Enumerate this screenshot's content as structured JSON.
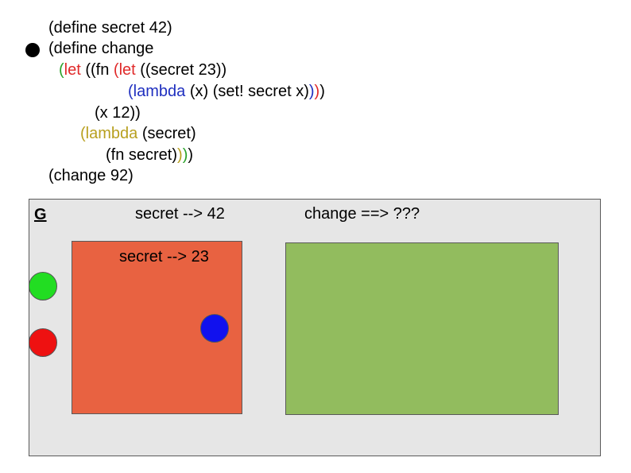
{
  "code": {
    "line1": [
      {
        "t": "(define secret 42)",
        "c": "#000000"
      }
    ],
    "line2": [
      {
        "t": "(define change",
        "c": "#000000"
      }
    ],
    "line3": [
      {
        "t": "(",
        "c": "#2aa12a"
      },
      {
        "t": "let",
        "c": "#e02a2a"
      },
      {
        "t": " ((fn ",
        "c": "#000000"
      },
      {
        "t": "(",
        "c": "#e02a2a"
      },
      {
        "t": "let",
        "c": "#e02a2a"
      },
      {
        "t": " ((secret 23))",
        "c": "#000000"
      }
    ],
    "line4": [
      {
        "t": "(",
        "c": "#1f2fbf"
      },
      {
        "t": "lambda",
        "c": "#1f2fbf"
      },
      {
        "t": " (x) (set! secret x)",
        "c": "#000000"
      },
      {
        "t": ")",
        "c": "#1f2fbf"
      },
      {
        "t": ")",
        "c": "#e02a2a"
      },
      {
        "t": ")",
        "c": "#000000"
      }
    ],
    "line5": [
      {
        "t": "(x 12))",
        "c": "#000000"
      }
    ],
    "line6": [
      {
        "t": "(",
        "c": "#b8a020"
      },
      {
        "t": "lambda",
        "c": "#b8a020"
      },
      {
        "t": " (secret)",
        "c": "#000000"
      }
    ],
    "line7": [
      {
        "t": "(fn secret)",
        "c": "#000000"
      },
      {
        "t": ")",
        "c": "#b8a020"
      },
      {
        "t": ")",
        "c": "#2aa12a"
      },
      {
        "t": ")",
        "c": "#000000"
      }
    ],
    "line8": [
      {
        "t": "(change 92)",
        "c": "#000000"
      }
    ]
  },
  "global_env": {
    "label": "G",
    "binding_secret": "secret --> 42",
    "binding_change": "change ==> ???"
  },
  "let_frame": {
    "binding": "secret --> 23",
    "color": "#e86241"
  },
  "lambda_frame": {
    "color": "#92bc5e"
  },
  "markers": {
    "green": "#22dd22",
    "red": "#ee1111",
    "blue": "#1111ee"
  }
}
